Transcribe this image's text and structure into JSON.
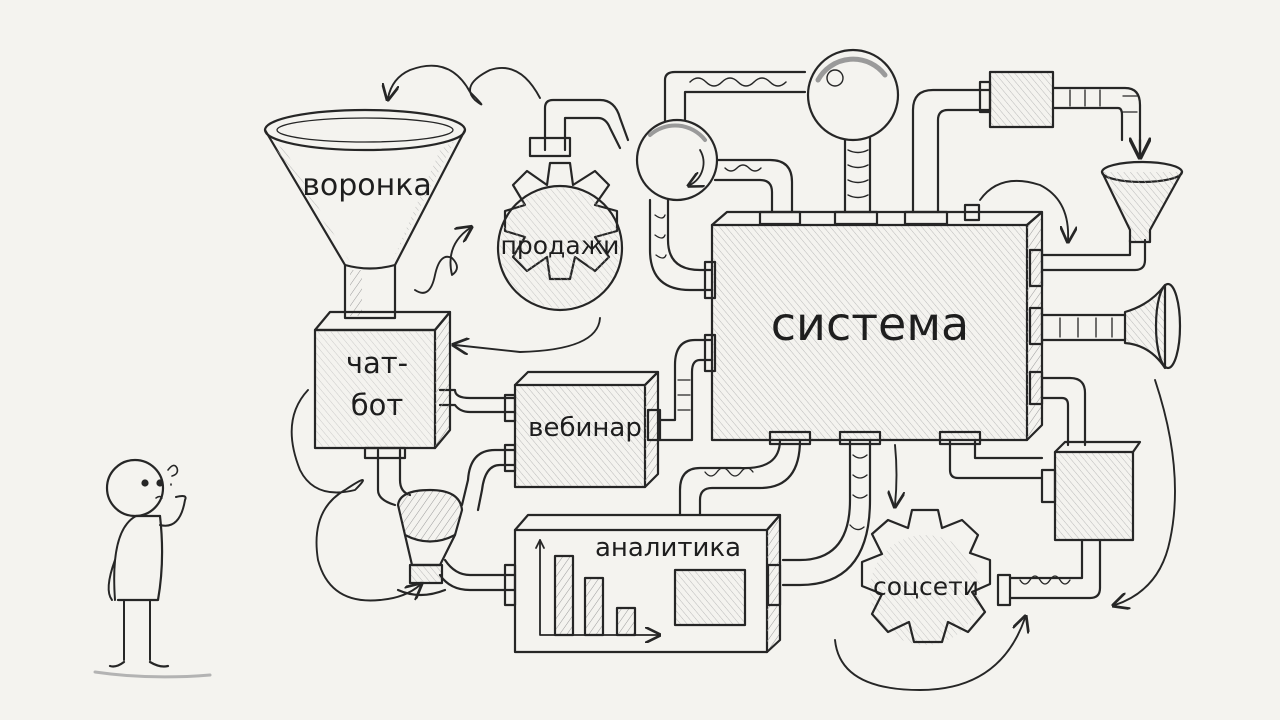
{
  "diagram": {
    "labels": {
      "funnel": "воронка",
      "chatbot_line1": "чат-",
      "chatbot_line2": "бот",
      "sales": "продажи",
      "system": "система",
      "webinar": "вебинар",
      "analytics": "аналитика",
      "social": "соцсети"
    }
  },
  "colors": {
    "background": "#f4f3ef",
    "ink": "#262626",
    "shade": "#9a9a9a"
  }
}
